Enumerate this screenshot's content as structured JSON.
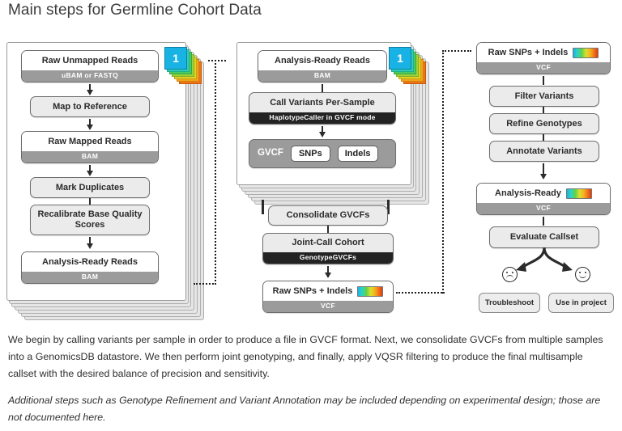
{
  "page_title": "Main steps for Germline Cohort Data",
  "colors": {
    "tab_blue": "#19b2e5",
    "format_strip": "#9b9b9b",
    "tool_strip": "#232323",
    "node_fill": "#ececec"
  },
  "diagram": {
    "column1": {
      "name": "per-sample-preprocessing",
      "badge_number": "1",
      "nodes": [
        {
          "label": "Raw Unmapped Reads",
          "format": "uBAM or FASTQ",
          "kind": "file"
        },
        {
          "label": "Map to Reference",
          "kind": "process"
        },
        {
          "label": "Raw Mapped Reads",
          "format": "BAM",
          "kind": "file"
        },
        {
          "label": "Mark Duplicates",
          "kind": "process"
        },
        {
          "label": "Recalibrate Base Quality Scores",
          "kind": "process"
        },
        {
          "label": "Analysis-Ready Reads",
          "format": "BAM",
          "kind": "file"
        }
      ]
    },
    "column2": {
      "name": "variant-calling",
      "badge_number": "1",
      "nodes": [
        {
          "label": "Analysis-Ready Reads",
          "format": "BAM",
          "kind": "file"
        },
        {
          "label": "Call Variants Per-Sample",
          "tool": "HaplotypeCaller in GVCF mode",
          "kind": "tool"
        },
        {
          "label": "GVCF",
          "chips": [
            "SNPs",
            "Indels"
          ],
          "kind": "gvcf-row"
        },
        {
          "label": "Consolidate GVCFs",
          "kind": "process"
        },
        {
          "label": "Joint-Call Cohort",
          "tool": "GenotypeGVCFs",
          "kind": "tool"
        },
        {
          "label": "Raw SNPs + Indels",
          "format": "VCF",
          "kind": "file",
          "gradient": true
        }
      ]
    },
    "column3": {
      "name": "callset-refinement",
      "nodes": [
        {
          "label": "Raw SNPs + Indels",
          "format": "VCF",
          "kind": "file",
          "gradient": true
        },
        {
          "label": "Filter Variants",
          "kind": "process"
        },
        {
          "label": "Refine Genotypes",
          "kind": "process"
        },
        {
          "label": "Annotate Variants",
          "kind": "process"
        },
        {
          "label": "Analysis-Ready",
          "format": "VCF",
          "kind": "file",
          "gradient": true
        },
        {
          "label": "Evaluate Callset",
          "kind": "process"
        }
      ],
      "outcomes": [
        {
          "face": "sad-face-icon",
          "label": "Troubleshoot"
        },
        {
          "face": "happy-face-icon",
          "label": "Use in project"
        }
      ]
    }
  },
  "body": {
    "paragraph1": "We begin by calling variants per sample in order to produce a file in GVCF format. Next, we consolidate GVCFs from multiple samples into a GenomicsDB datastore. We then perform joint genotyping, and finally, apply VQSR filtering to produce the final multisample callset with the desired balance of precision and sensitivity.",
    "paragraph2": "Additional steps such as Genotype Refinement and Variant Annotation may be included depending on experimental design; those are not documented here."
  }
}
